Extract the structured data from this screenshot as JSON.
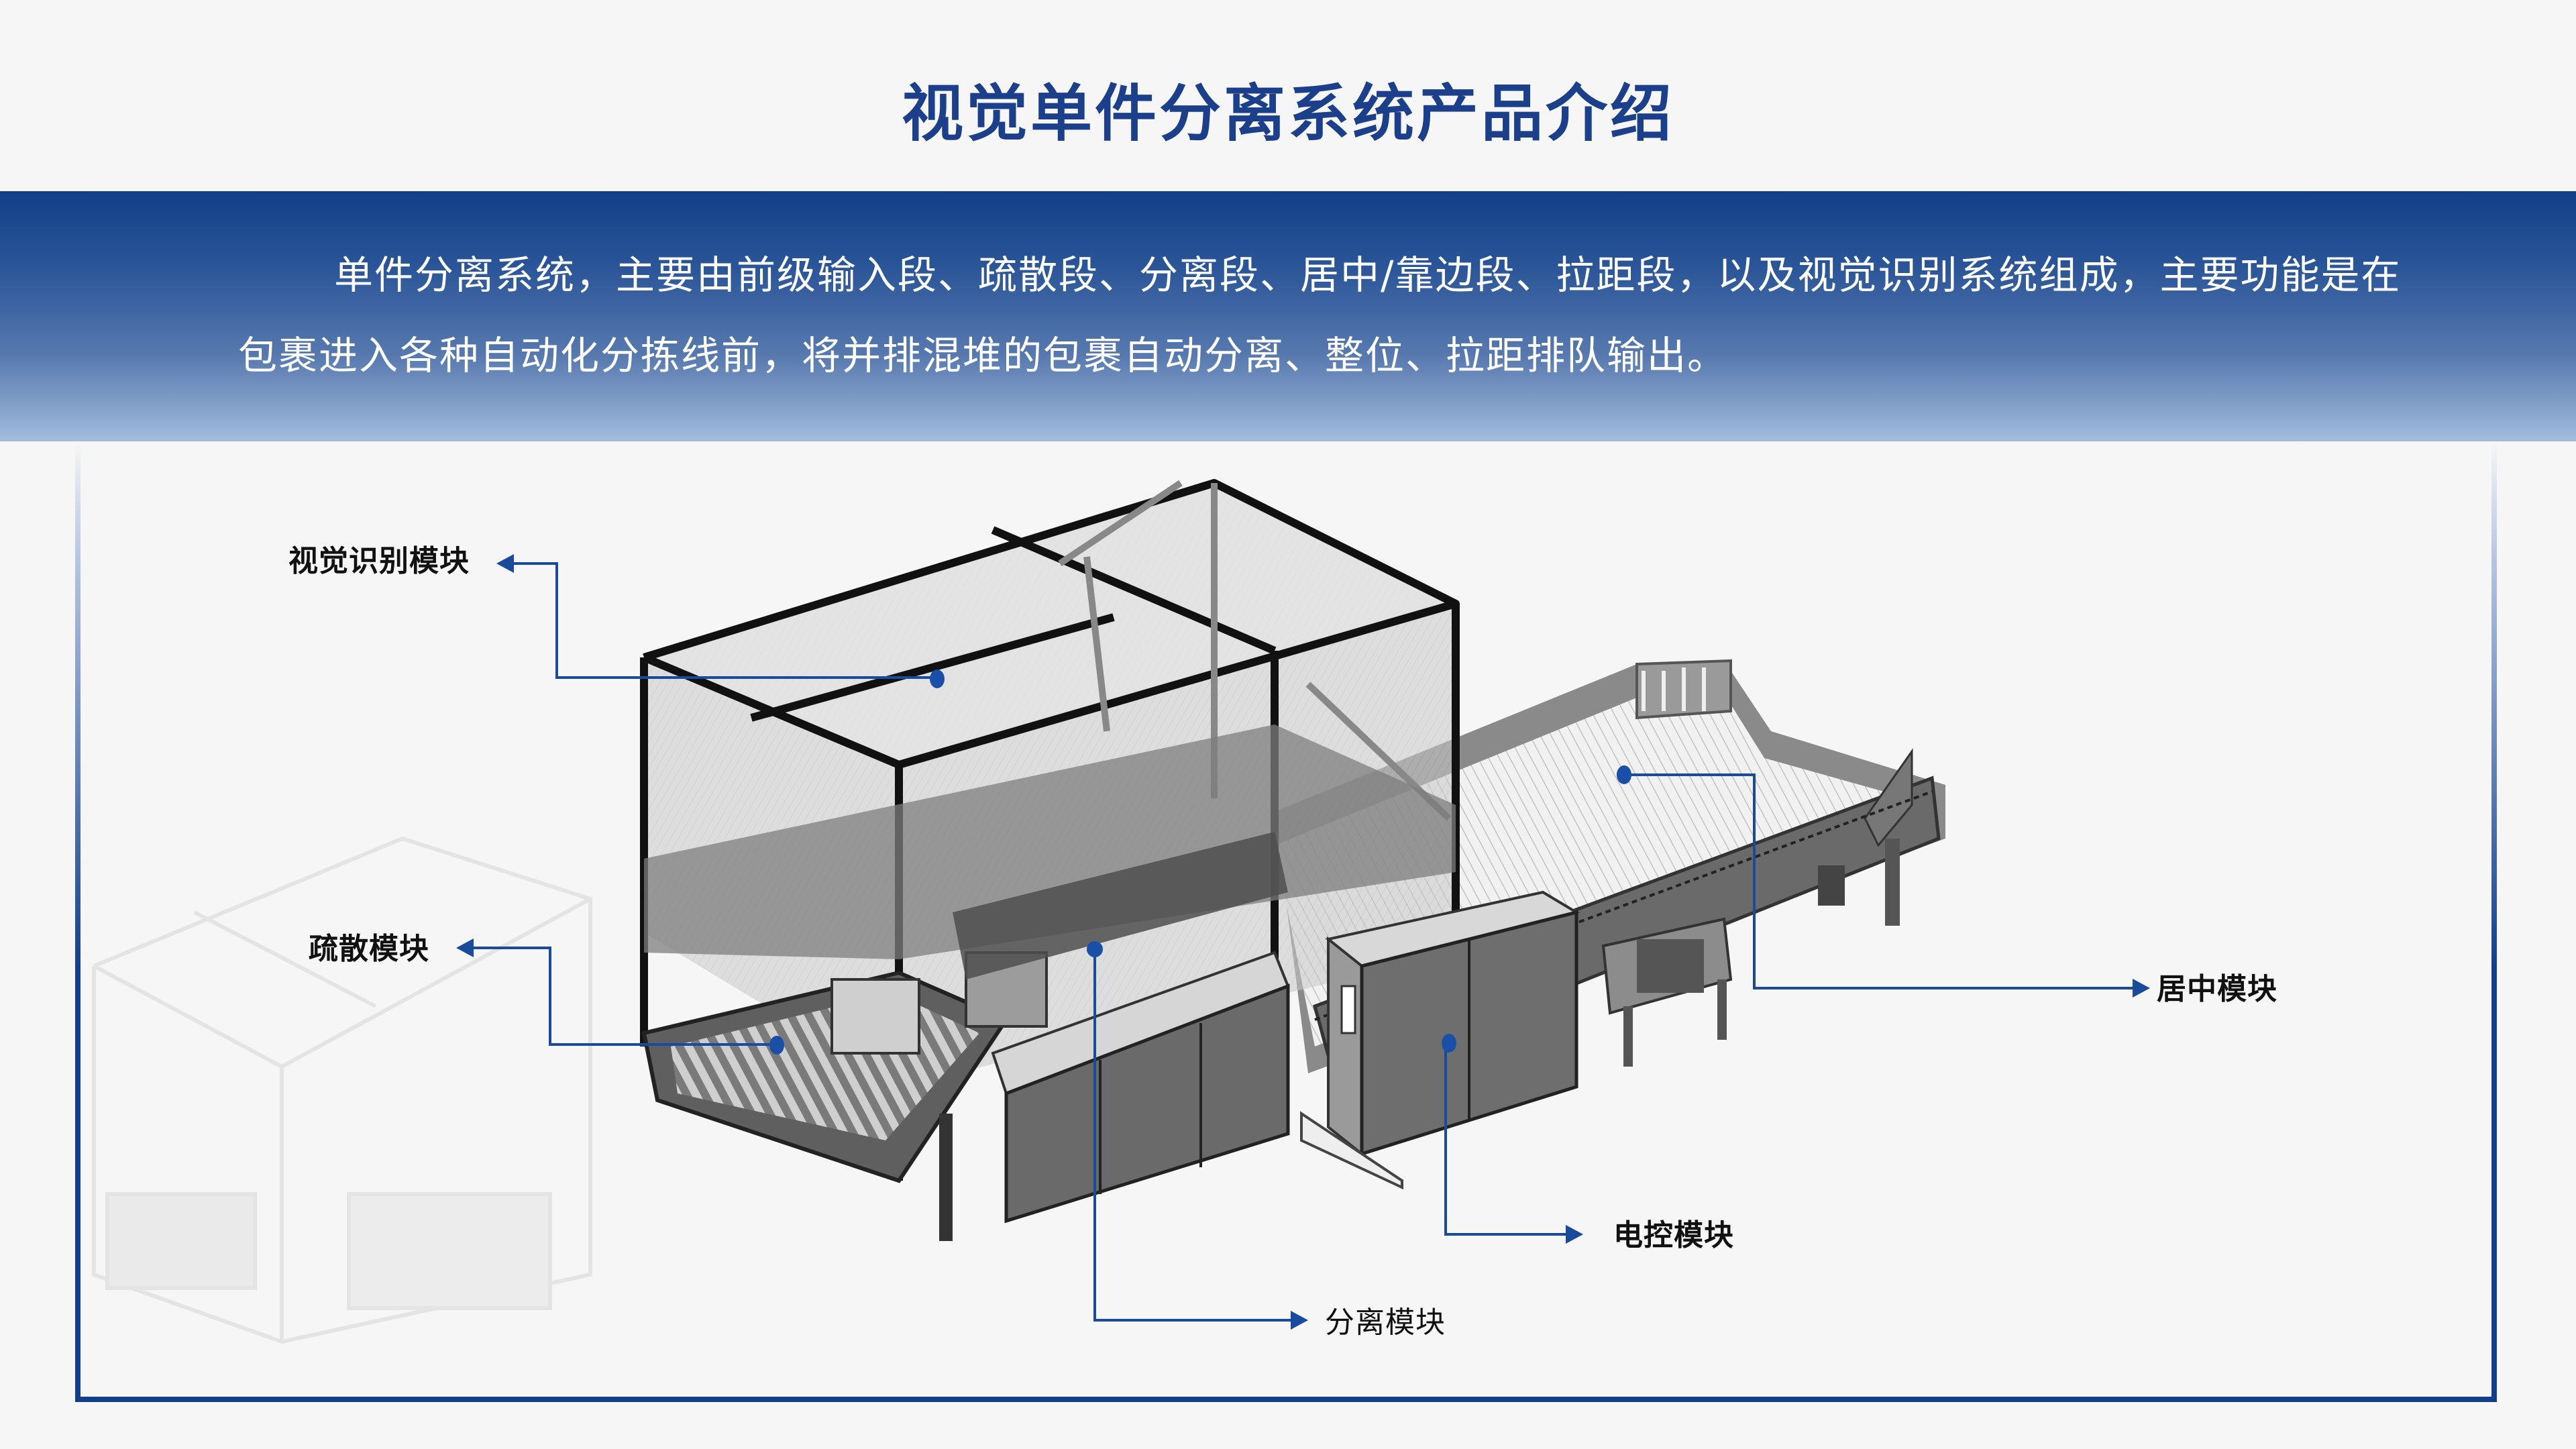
{
  "header": {
    "title": "视觉单件分离系统产品介绍"
  },
  "intro": {
    "text": "单件分离系统，主要由前级输入段、疏散段、分离段、居中/靠边段、拉距段，以及视觉识别系统组成，主要功能是在包裹进入各种自动化分拣线前，将并排混堆的包裹自动分离、整位、拉距排队输出。"
  },
  "diagram": {
    "image_description": "isometric grayscale render of visual singulation system machine",
    "callouts": [
      {
        "id": "vision",
        "label": "视觉识别模块"
      },
      {
        "id": "dispersion",
        "label": "疏散模块"
      },
      {
        "id": "centering",
        "label": "居中模块"
      },
      {
        "id": "electrical",
        "label": "电控模块"
      },
      {
        "id": "separation",
        "label": "分离模块"
      }
    ]
  },
  "colors": {
    "title": "#1b3f8b",
    "band_top": "#123f88",
    "band_bottom": "#a3bcdc",
    "frame": "#123f8a",
    "callout_line": "#1a4a9c",
    "callout_dot": "#1a4fa8"
  }
}
